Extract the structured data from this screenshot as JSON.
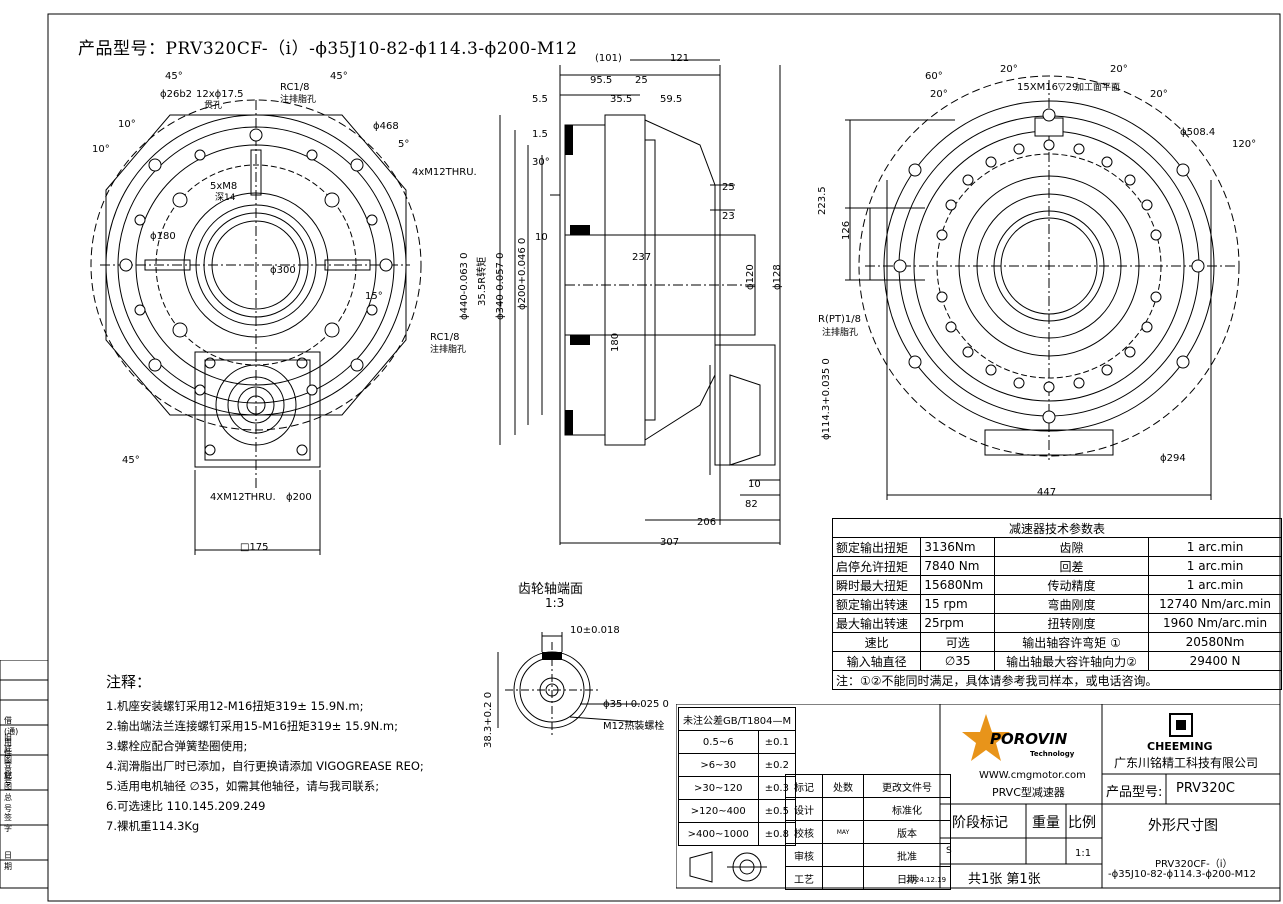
{
  "title": "产品型号：PRV320CF-（i）-ϕ35J10-82-ϕ114.3-ϕ200-M12",
  "front_view": {
    "angle_left": "45°",
    "angle_right": "45°",
    "angle_10a": "10°",
    "angle_10b": "10°",
    "hole_26": "ϕ26b2",
    "hole_12": "12xϕ17.5",
    "hole_12_sub": "贯孔",
    "rc_top": "RC1/8",
    "rc_top_sub": "注排脂孔",
    "d468": "ϕ468",
    "angle_5": "5°",
    "thru_4": "4xM12THRU.",
    "m8": "5xM8",
    "m8_sub": "深14",
    "d180": "ϕ180",
    "d300": "ϕ300",
    "angle_15": "15°",
    "rc_bottom": "RC1/8",
    "rc_bottom_sub": "注排脂孔",
    "angle_45_bottom": "45°",
    "thru_4b": "4XM12THRU.",
    "d200": "ϕ200",
    "sq175": "□175"
  },
  "side_view": {
    "d101": "(101)",
    "d121": "121",
    "d95": "95.5",
    "d25": "25",
    "d5": "5.5",
    "d35": "35.5",
    "d59": "59.5",
    "d1": "1.5",
    "d30": "30°",
    "d25b": "25",
    "d23": "23",
    "d10": "10",
    "d237": "237",
    "d120": "ϕ120",
    "d128": "ϕ128",
    "d440": "ϕ440-0.063 0",
    "d35r": "35.5R转矩",
    "d340": "ϕ340-0.057 0",
    "d200h": "ϕ200+0.046 0",
    "d180": "180",
    "d114": "ϕ114.3+0.035 0",
    "d10b": "10",
    "d82": "82",
    "d206": "206",
    "d307": "307"
  },
  "rear_view": {
    "a60": "60°",
    "a20a": "20°",
    "a20b": "20°",
    "a20c": "20°",
    "a20d": "20°",
    "m16": "15XM16▽29",
    "m16_sub": "加工面平面",
    "d508": "ϕ508.4",
    "a120": "120°",
    "d223": "223.5",
    "d126": "126",
    "rpt": "R(PT)1/8",
    "rpt_sub": "注排脂孔",
    "d294": "ϕ294",
    "d447": "447"
  },
  "shaft_view": {
    "title": "齿轮轴端面",
    "scale": "1:3",
    "t10": "10±0.018",
    "t38": "38.3+0.2 0",
    "t35": "ϕ35+0.025 0",
    "m12": "M12热装螺栓"
  },
  "spec": {
    "header": "减速器技术参数表",
    "rows": [
      [
        "额定输出扭矩",
        "3136Nm",
        "齿隙",
        "1 arc.min"
      ],
      [
        "启停允许扭矩",
        "7840 Nm",
        "回差",
        "1 arc.min"
      ],
      [
        "瞬时最大扭矩",
        "15680Nm",
        "传动精度",
        "1 arc.min"
      ],
      [
        "额定输出转速",
        "15 rpm",
        "弯曲刚度",
        "12740 Nm/arc.min"
      ],
      [
        "最大输出转速",
        "25rpm",
        "扭转刚度",
        "1960 Nm/arc.min"
      ],
      [
        "速比",
        "可选",
        "输出轴容许弯矩 ①",
        "20580Nm"
      ],
      [
        "输入轴直径",
        "∅35",
        "输出轴最大容许轴向力②",
        "29400 N"
      ]
    ],
    "note": "注：①②不能同时满足，具体请参考我司样本，或电话咨询。"
  },
  "notes": {
    "heading": "注释：",
    "items": [
      "1.机座安装螺钉采用12-M16扭矩319± 15.9N.m;",
      "2.输出端法兰连接螺钉采用15-M16扭矩319± 15.9N.m;",
      "3.螺栓应配合弹簧垫圈使用;",
      "4.润滑脂出厂时已添加，自行更换请添加 VIGOGREASE REO;",
      "5.适用电机轴径 ∅35，如需其他轴径，请与我司联系;",
      "6.可选速比 110.145.209.249",
      "7.裸机重114.3Kg"
    ]
  },
  "left_strip": [
    "借(通)用件登记",
    "旧底图总号",
    "底 图 总 号",
    "签 字",
    "日 期"
  ],
  "tolerance": {
    "header": "未注公差GB/T1804—M",
    "rows": [
      [
        "0.5~6",
        "±0.1"
      ],
      [
        ">6~30",
        "±0.2"
      ],
      [
        ">30~120",
        "±0.3"
      ],
      [
        ">120~400",
        "±0.5"
      ],
      [
        ">400~1000",
        "±0.8"
      ]
    ]
  },
  "signoff": {
    "rows": [
      [
        "标记",
        "处数",
        "更改文件号"
      ],
      [
        "设计",
        "",
        "标准化"
      ],
      [
        "校核",
        "MAY",
        "版本"
      ],
      [
        "审核",
        "",
        "批准"
      ],
      [
        "工艺",
        "",
        "日期"
      ]
    ],
    "date": "2024.12.19"
  },
  "title_block": {
    "logo_text": "POROVIN",
    "logo_sub": "Technology",
    "website": "WWW.cmgmotor.com",
    "product_type": "PRVC型减速器",
    "company_logo": "CHEEMING",
    "company": "广东川铭精工科技有限公司",
    "model_label": "产品型号:",
    "model": "PRV320C",
    "stage": "阶段标记",
    "weight": "重量",
    "ratio": "比例",
    "drawing_name": "外形尺寸图",
    "s": "S",
    "scale": "1:1",
    "sheets": "共1张 第1张",
    "code_line1": "PRV320CF-（i）",
    "code_line2": "-ϕ35J10-82-ϕ114.3-ϕ200-M12"
  },
  "colors": {
    "line": "#000000",
    "logo_orange": "#e8941a"
  }
}
